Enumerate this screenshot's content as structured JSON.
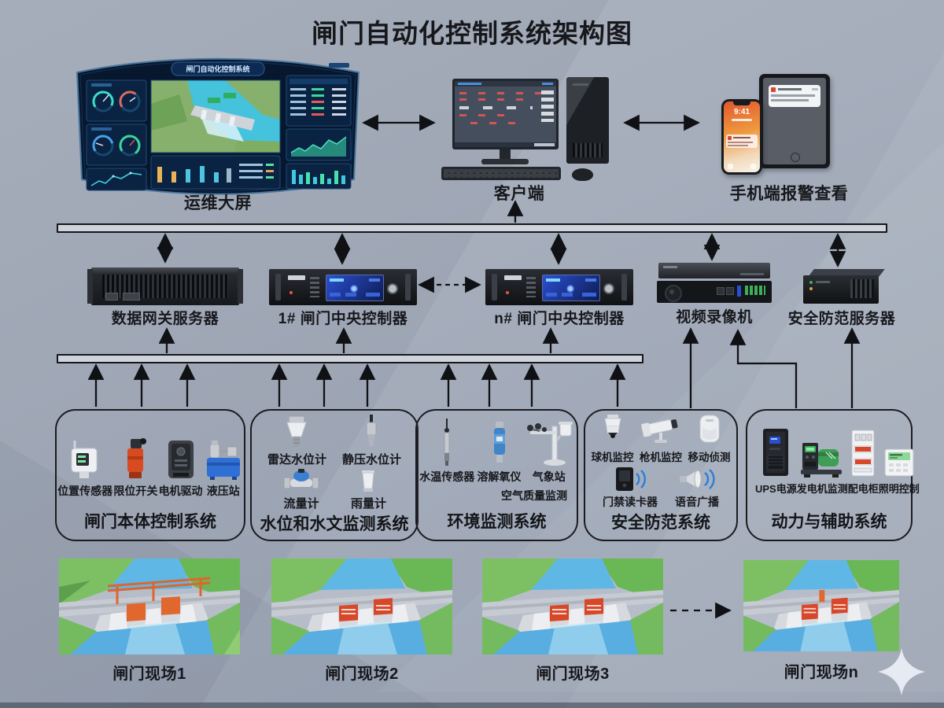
{
  "title": "闸门自动化控制系统架构图",
  "top": {
    "big_screen": {
      "label": "运维大屏",
      "screen_title": "闸门自动化控制系统"
    },
    "client": {
      "label": "客户端"
    },
    "mobile": {
      "label": "手机端报警查看",
      "phone_time": "9:41"
    }
  },
  "servers": [
    {
      "label": "数据网关服务器"
    },
    {
      "label": "1# 闸门中央控制器"
    },
    {
      "label": "n# 闸门中央控制器"
    },
    {
      "label": "视频录像机"
    },
    {
      "label": "安全防范服务器"
    }
  ],
  "subsystems": [
    {
      "title": "闸门本体控制系统",
      "items": [
        "位置传感器",
        "限位开关",
        "电机驱动",
        "液压站"
      ]
    },
    {
      "title": "水位和水文监测系统",
      "items": [
        "雷达水位计",
        "静压水位计",
        "流量计",
        "雨量计"
      ]
    },
    {
      "title": "环境监测系统",
      "items": [
        "水温传感器",
        "溶解氧仪",
        "气象站",
        "空气质量监测"
      ]
    },
    {
      "title": "安全防范系统",
      "items": [
        "球机监控",
        "枪机监控",
        "移动侦测",
        "门禁读卡器",
        "语音广播"
      ]
    },
    {
      "title": "动力与辅助系统",
      "items": [
        "UPS电源",
        "发电机监测",
        "配电柜",
        "照明控制"
      ]
    }
  ],
  "sites": [
    {
      "label": "闸门现场1"
    },
    {
      "label": "闸门现场2"
    },
    {
      "label": "闸门现场3"
    },
    {
      "label": "闸门现场n"
    }
  ],
  "colors": {
    "background": "#a6aebc",
    "dashboard_navy": "#07182e",
    "lcd_blue": "#1c3fae",
    "gate_orange": "#e0682f",
    "alert_red": "#d9472b",
    "water_blue": "#58aee0",
    "bank_green": "#74bb5f"
  }
}
